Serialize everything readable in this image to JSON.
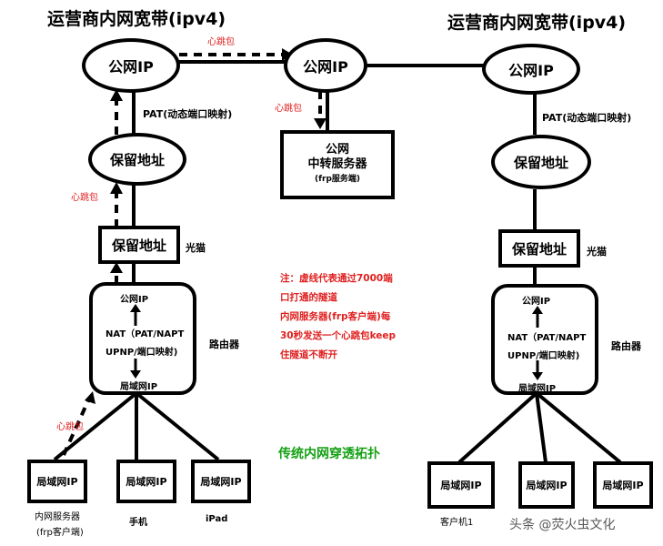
{
  "titles": {
    "left": "运营商内网宽带(ipv4)",
    "right": "运营商内网宽带(ipv4)"
  },
  "heartbeat": "心跳包",
  "nodes": {
    "public_ip": "公网IP",
    "reserved": "保留地址",
    "pat": "PAT(动态端口映射)",
    "optical_modem": "光猫",
    "router": "路由器",
    "router_public": "公网IP",
    "router_nat": "NAT（PAT/NAPT",
    "router_upnp": "UPNP/端口映射)",
    "router_lan": "局域网IP",
    "lan_ip": "局域网IP"
  },
  "server": {
    "line1": "公网",
    "line2": "中转服务器",
    "line3": "(frp服务端)"
  },
  "note": {
    "lines": [
      "注：虚线代表通过7000端",
      "口打通的隧道",
      "内网服务器(frp客户端)每",
      "30秒发送一个心跳包keep",
      "住隧道不断开"
    ]
  },
  "caption": "传统内网穿透拓扑",
  "devices_left": {
    "intranet_server": "内网服务器",
    "frp_client": "(frp客户端)",
    "phone": "手机",
    "ipad": "iPad"
  },
  "devices_right": {
    "client1": "客户机1"
  },
  "watermark": "头条 @荧火虫文化"
}
